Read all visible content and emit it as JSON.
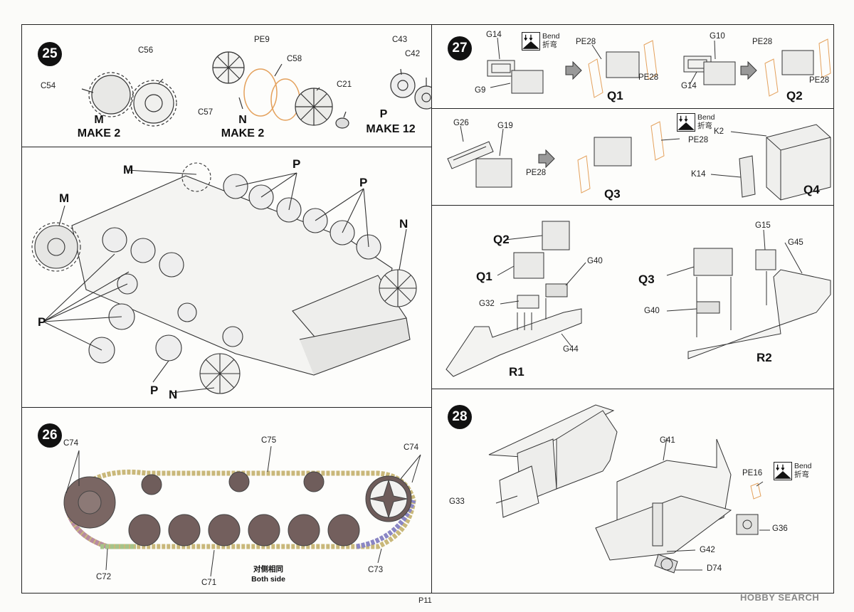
{
  "page": {
    "number": "P11",
    "brand": "HOBBY SEARCH"
  },
  "common": {
    "bend_en": "Bend",
    "bend_cn": "折弯"
  },
  "step25": {
    "number": "25",
    "labels": {
      "c54": "C54",
      "c56": "C56",
      "pe9": "PE9",
      "c58": "C58",
      "c57": "C57",
      "c21": "C21",
      "c43": "C43",
      "c42": "C42"
    },
    "groups": [
      {
        "letter": "M",
        "make": "MAKE 2"
      },
      {
        "letter": "N",
        "make": "MAKE 2"
      },
      {
        "letter": "P",
        "make": "MAKE 12"
      }
    ]
  },
  "hull": {
    "m": "M",
    "p": "P",
    "n": "N"
  },
  "step26": {
    "number": "26",
    "labels": {
      "c74": "C74",
      "c75": "C75",
      "c72": "C72",
      "c71": "C71",
      "c73": "C73"
    },
    "note_cn": "对侧相同",
    "note_en": "Both side"
  },
  "step27": {
    "number": "27",
    "labels": {
      "g14": "G14",
      "g9": "G9",
      "pe28": "PE28",
      "g10": "G10",
      "g26": "G26",
      "g19": "G19",
      "k2": "K2",
      "k14": "K14"
    },
    "subs": {
      "q1": "Q1",
      "q2": "Q2",
      "q3": "Q3",
      "q4": "Q4"
    }
  },
  "stepR": {
    "labels": {
      "q1": "Q1",
      "q2": "Q2",
      "q3": "Q3",
      "g40": "G40",
      "g32": "G32",
      "g44": "G44",
      "g15": "G15",
      "g45": "G45"
    },
    "subs": {
      "r1": "R1",
      "r2": "R2"
    }
  },
  "step28": {
    "number": "28",
    "labels": {
      "g41": "G41",
      "g33": "G33",
      "pe16": "PE16",
      "g36": "G36",
      "g42": "G42",
      "d74": "D74"
    }
  }
}
